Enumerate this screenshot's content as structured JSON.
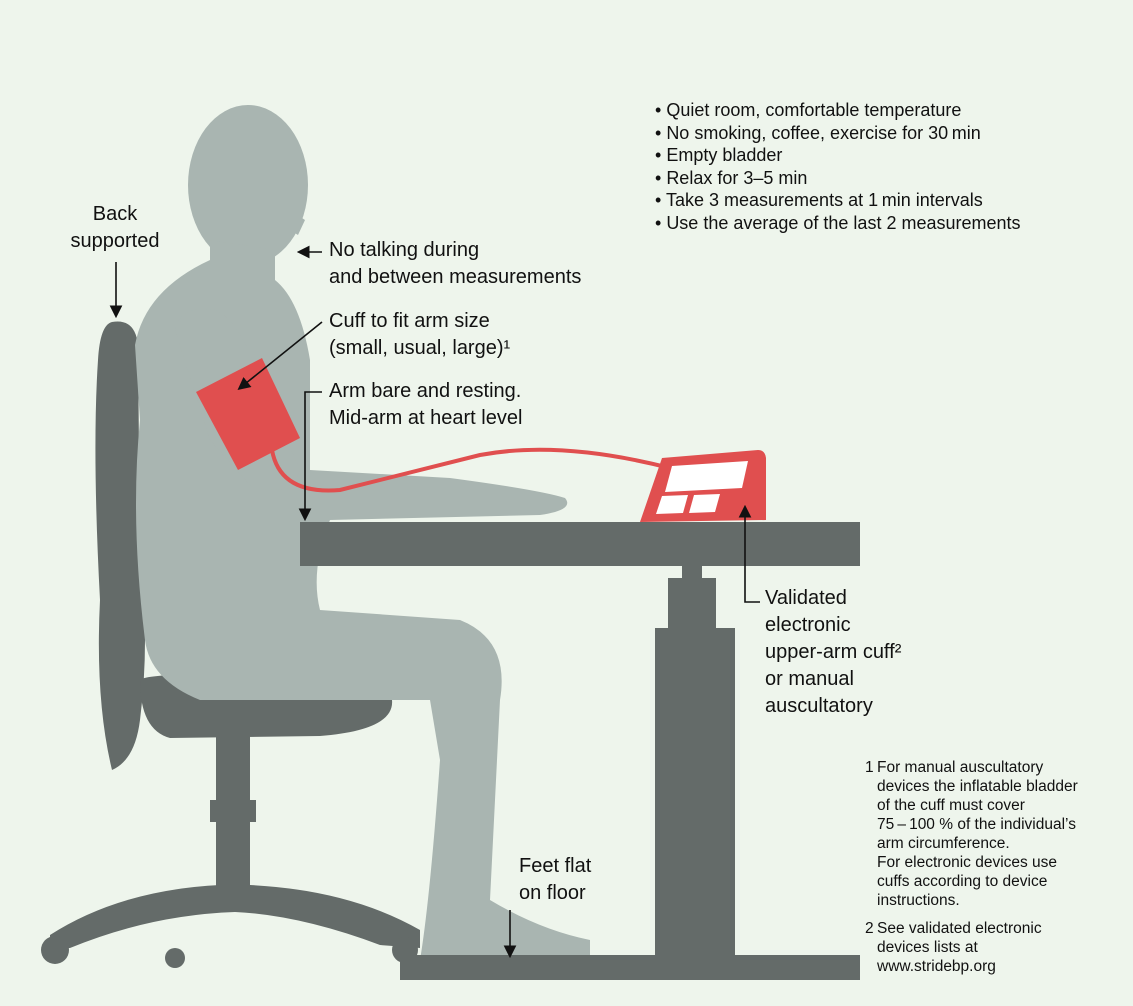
{
  "labels": {
    "back": [
      "Back",
      "supported"
    ],
    "talking": [
      "No talking during",
      "and between measurements"
    ],
    "cuff": [
      "Cuff to fit arm size",
      "(small, usual, large)¹"
    ],
    "arm": [
      "Arm bare and resting.",
      "Mid-arm at heart level"
    ],
    "device": [
      "Validated",
      "electronic",
      "upper-arm cuff²",
      "or manual",
      "auscultatory"
    ],
    "feet": [
      "Feet flat",
      "on floor"
    ]
  },
  "bullets": [
    "Quiet room, comfortable temperature",
    "No smoking, coffee, exercise for 30 min",
    "Empty bladder",
    "Relax for 3–5 min",
    "Take 3 measurements at 1 min intervals",
    "Use the average of the last 2 measurements"
  ],
  "footnotes": [
    {
      "num": "1",
      "lines": [
        "For manual auscultatory",
        "devices the inflatable bladder",
        "of the cuff must cover",
        "75 – 100 % of the individual’s",
        "arm circumference.",
        "For electronic devices use",
        "cuffs according to device",
        "instructions."
      ]
    },
    {
      "num": "2",
      "lines": [
        "See validated electronic",
        "devices lists at",
        "www.stridebp.org"
      ]
    }
  ],
  "colors": {
    "background": "#eef5ec",
    "figure": "#a9b5b1",
    "furniture": "#646b69",
    "accent": "#e04f4f"
  }
}
